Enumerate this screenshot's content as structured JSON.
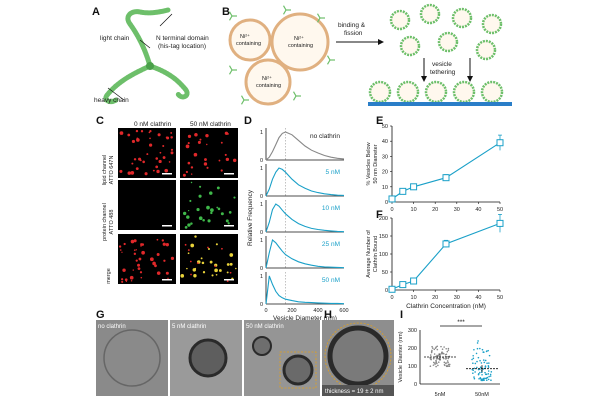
{
  "panels": {
    "A": "A",
    "B": "B",
    "C": "C",
    "D": "D",
    "E": "E",
    "F": "F",
    "G": "G",
    "H": "H",
    "I": "I"
  },
  "panel_a": {
    "light_chain": "light chain",
    "n_terminal": "N terminal domain",
    "his_tag": "(his-tag location)",
    "heavy_chain": "heavy chain"
  },
  "panel_b": {
    "ni_line1": "Ni²⁺",
    "ni_line2": "containing",
    "binding": "binding &",
    "fission": "fission",
    "vesicle": "vesicle",
    "tethering": "tethering"
  },
  "panel_c": {
    "col_0nm": "0 nM clathrin",
    "col_50nm": "50 nM clathrin",
    "row_lipid_1": "lipid channel",
    "row_lipid_2": "ATTO 647N",
    "row_protein_1": "protein channel",
    "row_protein_2": "ATTO 488",
    "row_merge": "merge"
  },
  "panel_g": {
    "img1": "no clathrin",
    "img2": "5 nM clathrin",
    "img3": "50 nM clathrin"
  },
  "panel_h": {
    "thickness": "thickness = 19 ± 2 nm"
  },
  "colors": {
    "cyan": "#1aa0c8",
    "gray_line": "#888888",
    "lipid_red": "#e0282a",
    "protein_green": "#3fb84a",
    "merge_yellow": "#e8d23a",
    "surface_blue": "#2a7ec8",
    "clathrin_green": "#6dbf6a"
  },
  "chart_data": [
    {
      "id": "D",
      "type": "line",
      "ylabel": "Relative Frequency",
      "xlabel": "Vesicle Diameter (nm)",
      "xlim": [
        0,
        600
      ],
      "xticks": [
        0,
        200,
        400,
        600
      ],
      "yticks": [
        0,
        1
      ],
      "dashed_reference_x": 150,
      "subplots": [
        {
          "label": "no clathrin",
          "x": [
            0,
            25,
            50,
            75,
            100,
            125,
            150,
            200,
            250,
            300,
            350,
            400,
            450,
            500,
            550,
            600
          ],
          "y": [
            0,
            0.1,
            0.3,
            0.55,
            0.8,
            0.95,
            1.0,
            0.9,
            0.7,
            0.5,
            0.35,
            0.25,
            0.16,
            0.1,
            0.06,
            0.04
          ]
        },
        {
          "label": "5 nM",
          "x": [
            0,
            25,
            50,
            75,
            100,
            125,
            150,
            200,
            250,
            300,
            350,
            400,
            450,
            500,
            550,
            600
          ],
          "y": [
            0,
            0.25,
            0.6,
            0.85,
            1.0,
            0.95,
            0.85,
            0.6,
            0.4,
            0.28,
            0.18,
            0.12,
            0.08,
            0.05,
            0.03,
            0.02
          ]
        },
        {
          "label": "10 nM",
          "x": [
            0,
            25,
            50,
            75,
            100,
            125,
            150,
            200,
            250,
            300,
            350,
            400,
            450,
            500,
            550,
            600
          ],
          "y": [
            0,
            0.35,
            0.8,
            1.0,
            0.92,
            0.78,
            0.65,
            0.45,
            0.3,
            0.2,
            0.13,
            0.09,
            0.06,
            0.04,
            0.02,
            0.01
          ]
        },
        {
          "label": "25 nM",
          "x": [
            0,
            25,
            50,
            75,
            100,
            125,
            150,
            200,
            250,
            300,
            350,
            400,
            450,
            500,
            550,
            600
          ],
          "y": [
            0,
            0.55,
            1.0,
            0.9,
            0.75,
            0.6,
            0.48,
            0.33,
            0.22,
            0.15,
            0.1,
            0.06,
            0.04,
            0.03,
            0.02,
            0.01
          ]
        },
        {
          "label": "50 nM",
          "x": [
            0,
            25,
            50,
            75,
            100,
            125,
            150,
            200,
            250,
            300,
            350,
            400,
            450,
            500,
            550,
            600
          ],
          "y": [
            0,
            1.0,
            0.7,
            0.45,
            0.3,
            0.22,
            0.17,
            0.12,
            0.08,
            0.06,
            0.05,
            0.04,
            0.03,
            0.02,
            0.02,
            0.01
          ]
        }
      ]
    },
    {
      "id": "E",
      "type": "line",
      "ylabel": "% Vesicles Below 50 nm Diameter",
      "xlabel": "",
      "xlim": [
        0,
        50
      ],
      "ylim": [
        0,
        50
      ],
      "xticks": [
        0,
        10,
        20,
        30,
        40,
        50
      ],
      "yticks": [
        0,
        10,
        20,
        30,
        40,
        50
      ],
      "x": [
        0,
        5,
        10,
        25,
        50
      ],
      "y": [
        2,
        7,
        10,
        16,
        39
      ],
      "err": [
        1,
        1.5,
        1.5,
        2,
        5
      ]
    },
    {
      "id": "F",
      "type": "line",
      "ylabel": "Average Number of Clathrin Bound",
      "xlabel": "Clathrin Concentration (nM)",
      "xlim": [
        0,
        50
      ],
      "ylim": [
        0,
        200
      ],
      "xticks": [
        0,
        10,
        20,
        30,
        40,
        50
      ],
      "yticks": [
        0,
        50,
        100,
        150,
        200
      ],
      "x": [
        0,
        5,
        10,
        25,
        50
      ],
      "y": [
        2,
        15,
        25,
        128,
        185
      ],
      "err": [
        2,
        4,
        5,
        10,
        25
      ]
    },
    {
      "id": "I",
      "type": "scatter",
      "ylabel": "Vesicle Diamter (nm)",
      "ylim": [
        0,
        300
      ],
      "yticks": [
        0,
        100,
        200,
        300
      ],
      "categories": [
        "5nM",
        "50nM"
      ],
      "means": [
        150,
        85
      ],
      "significance": "***"
    }
  ]
}
